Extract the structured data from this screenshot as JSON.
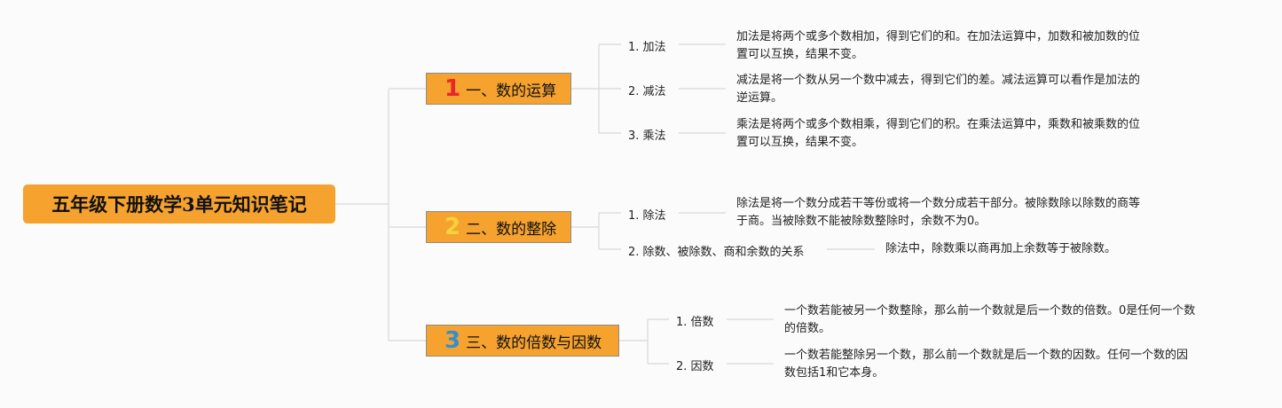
{
  "root": {
    "title": "五年级下册数学3单元知识笔记"
  },
  "colors": {
    "node_fill": "#f5a22f",
    "connector": "#d8d8d8",
    "num1": "#e8262b",
    "num2": "#f6d23c",
    "num3": "#3390d0"
  },
  "sections": [
    {
      "number": "1",
      "label": "一、数的运算",
      "items": [
        {
          "label": "1. 加法",
          "desc_lines": [
            "加法是将两个或多个数相加，得到它们的和。在加法运算中，加数和被加数的位",
            "置可以互换，结果不变。"
          ]
        },
        {
          "label": "2. 减法",
          "desc_lines": [
            "减法是将一个数从另一个数中减去，得到它们的差。减法运算可以看作是加法的",
            "逆运算。"
          ]
        },
        {
          "label": "3. 乘法",
          "desc_lines": [
            "乘法是将两个或多个数相乘，得到它们的积。在乘法运算中，乘数和被乘数的位",
            "置可以互换，结果不变。"
          ]
        }
      ]
    },
    {
      "number": "2",
      "label": "二、数的整除",
      "items": [
        {
          "label": "1. 除法",
          "desc_lines": [
            "除法是将一个数分成若干等份或将一个数分成若干部分。被除数除以除数的商等",
            "于商。当被除数不能被除数整除时，余数不为0。"
          ]
        },
        {
          "label": "2. 除数、被除数、商和余数的关系",
          "desc_lines": [
            "除法中，除数乘以商再加上余数等于被除数。"
          ]
        }
      ]
    },
    {
      "number": "3",
      "label": "三、数的倍数与因数",
      "items": [
        {
          "label": "1. 倍数",
          "desc_lines": [
            "一个数若能被另一个数整除，那么前一个数就是后一个数的倍数。0是任何一个数",
            "的倍数。"
          ]
        },
        {
          "label": "2. 因数",
          "desc_lines": [
            "一个数若能整除另一个数，那么前一个数就是后一个数的因数。任何一个数的因",
            "数包括1和它本身。"
          ]
        }
      ]
    }
  ]
}
